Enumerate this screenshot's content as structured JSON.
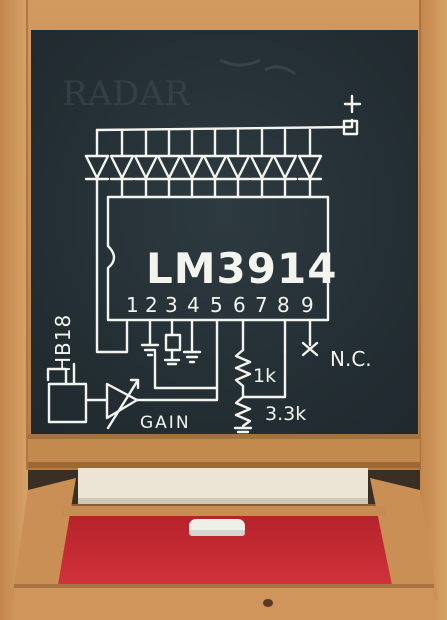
{
  "board": {
    "chip_label": "LM3914",
    "pin_numbers": [
      "1",
      "2",
      "3",
      "4",
      "5",
      "6",
      "7",
      "8",
      "9"
    ],
    "plus_symbol": "+",
    "nc_label": "N.C.",
    "resistor_1k": "1k",
    "resistor_3k3": "3.3k",
    "gain_label": "GAIN",
    "sensor_label": "HB18"
  },
  "colors": {
    "chalkboard": "#263238",
    "chalk": "#f4f4ee",
    "wood": "#c98e52",
    "tray_red": "#c9282e",
    "paper": "#ece5d6"
  }
}
